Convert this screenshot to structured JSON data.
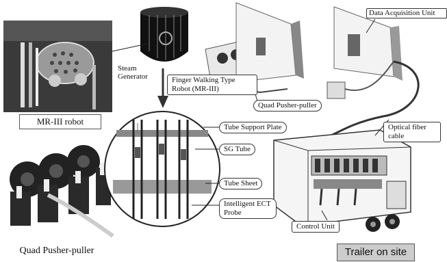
{
  "labels": {
    "steam_generator": "Steam Generator",
    "finger_walking_robot": "Finger Walking Type Robot (MR-III)",
    "quad_pusher_puller": "Quad Pusher-puller",
    "tube_support_plate": "Tube Support Plate",
    "sg_tube": "SG Tube",
    "tube_sheet": "Tube Sheet",
    "intelligent_ect_probe": "Intelligent ECT Probe",
    "data_acquisition_unit": "Data Acquisition Unit",
    "optical_fiber_cable": "Optical fiber cable",
    "control_unit": "Control Unit"
  },
  "captions": {
    "mr3_robot": "MR-III robot",
    "quad_pusher_puller": "Quad Pusher-puller",
    "trailer_on_site": "Trailer on site"
  }
}
